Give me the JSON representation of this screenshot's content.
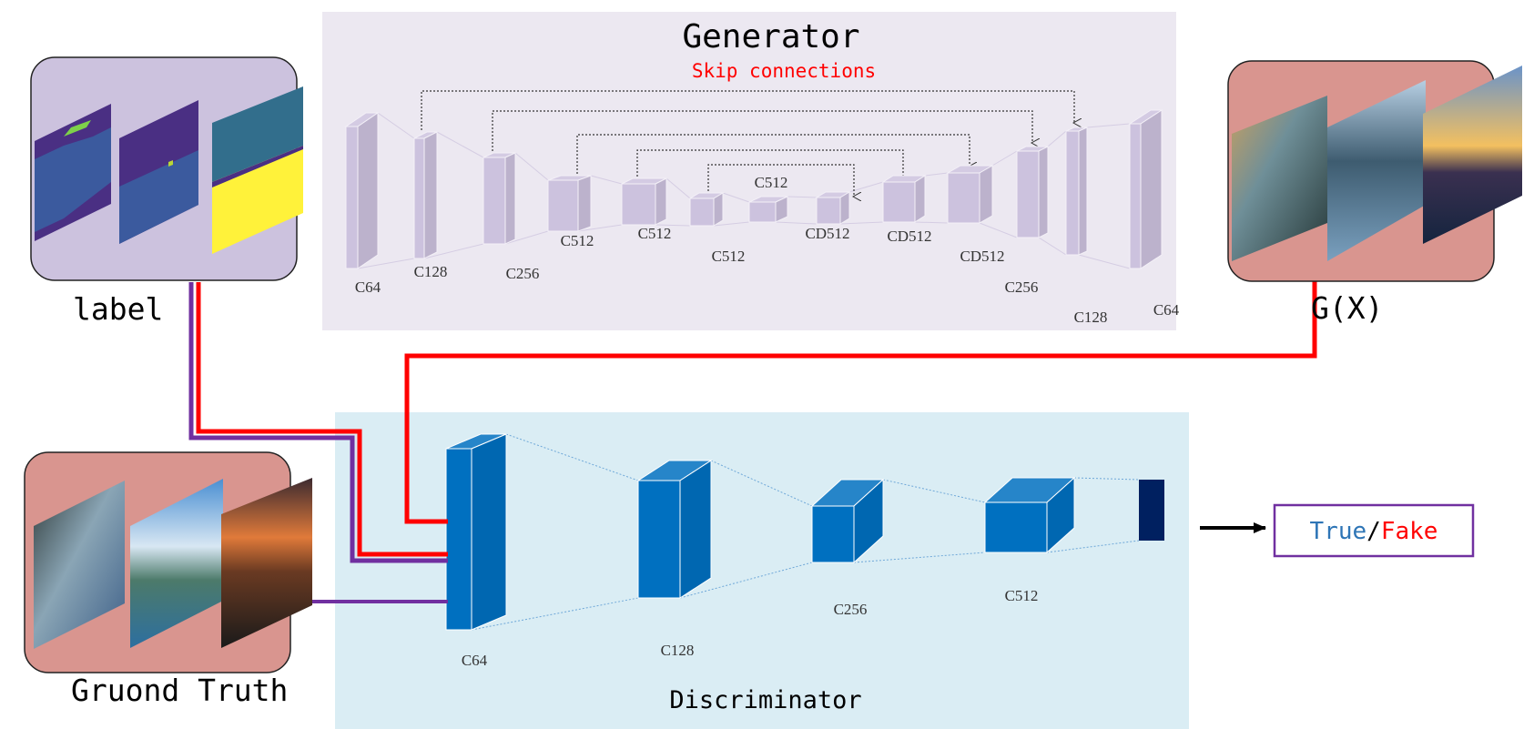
{
  "generator": {
    "title": "Generator",
    "skip_label": "Skip connections",
    "layers": [
      "C64",
      "C128",
      "C256",
      "C512",
      "C512",
      "C512",
      "C512",
      "CD512",
      "CD512",
      "CD512",
      "C256",
      "C128",
      "C64"
    ]
  },
  "discriminator": {
    "title": "Discriminator",
    "layers": [
      "C64",
      "C128",
      "C256",
      "C512"
    ]
  },
  "inputs": {
    "label": "label",
    "ground_truth": "Gruond Truth",
    "generated": "G(X)"
  },
  "output": {
    "true_label": "True",
    "separator": "/",
    "fake_label": "Fake"
  },
  "colors": {
    "generator_bg": "#ECE8F1",
    "generator_block": "#CCC2DE",
    "discriminator_bg": "#DAEDF4",
    "discriminator_block": "#0070C0",
    "discriminator_output": "#002060",
    "label_panel": "#CCC2DE",
    "image_panel": "#D9958F",
    "red_path": "#FF0000",
    "purple_path": "#7030A0",
    "true_color": "#2E75B6",
    "fake_color": "#FF0000"
  }
}
